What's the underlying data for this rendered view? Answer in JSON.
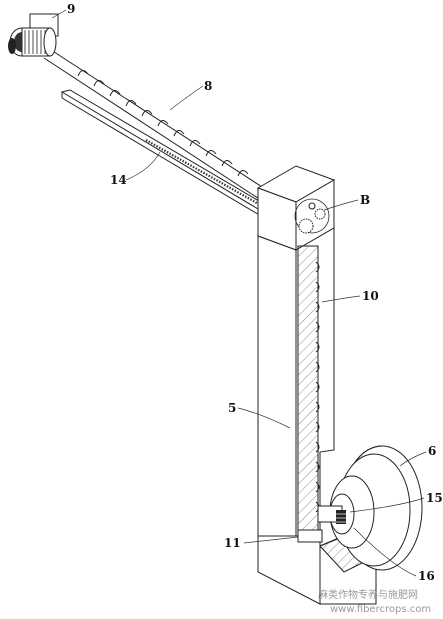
{
  "labels": {
    "motor": "9",
    "screw_conveyor": "8",
    "rack": "14",
    "detail_b": "B",
    "vertical_screw": "10",
    "column": "5",
    "drum": "6",
    "hub": "15",
    "base_block": "11",
    "gear": "16"
  },
  "watermark": {
    "line1": "麻类作物专养与施肥网",
    "line2": "www.fibercrops.com"
  }
}
